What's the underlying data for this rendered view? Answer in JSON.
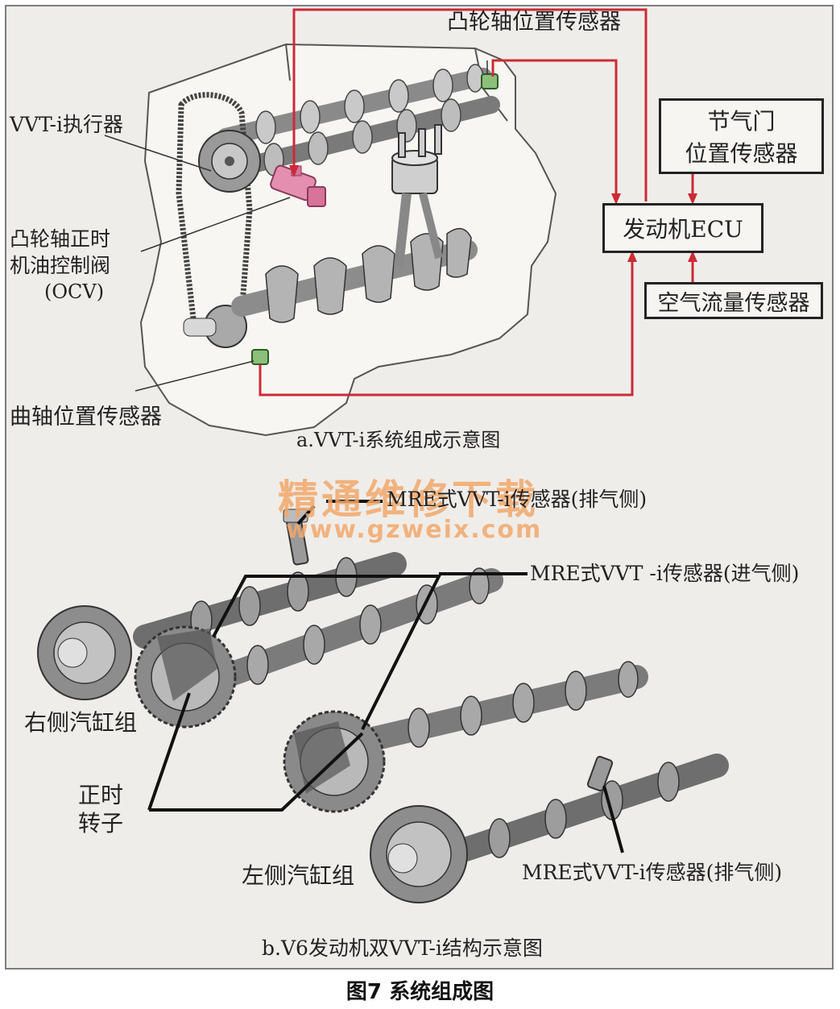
{
  "panel_a": {
    "caption": "a.VVT-i系统组成示意图",
    "labels": {
      "camshaft_position_sensor": "凸轮轴位置传感器",
      "vvti_actuator": "VVT-i执行器",
      "ocv_line1": "凸轮轴正时",
      "ocv_line2": "机油控制阀",
      "ocv_line3": "(OCV)",
      "crankshaft_position_sensor": "曲轴位置传感器"
    },
    "boxes": {
      "throttle_line1": "节气门",
      "throttle_line2": "位置传感器",
      "ecu": "发动机ECU",
      "air_flow": "空气流量传感器"
    },
    "wire_color": "#cc2a36"
  },
  "panel_b": {
    "caption": "b.V6发动机双VVT-i结构示意图",
    "labels": {
      "mre_exhaust_top": "MRE式VVT-i传感器(排气侧)",
      "mre_intake": "MRE式VVT -i传感器(进气侧)",
      "right_bank": "右侧汽缸组",
      "timing_rotor_line1": "正时",
      "timing_rotor_line2": "转子",
      "left_bank": "左侧汽缸组",
      "mre_exhaust_bottom": "MRE式VVT-i传感器(排气侧)"
    }
  },
  "watermark": {
    "line1": "精通维修下载",
    "line2": "www.gzweix.com",
    "color": "#f2a86a"
  },
  "figure_title": "图7 系统组成图"
}
